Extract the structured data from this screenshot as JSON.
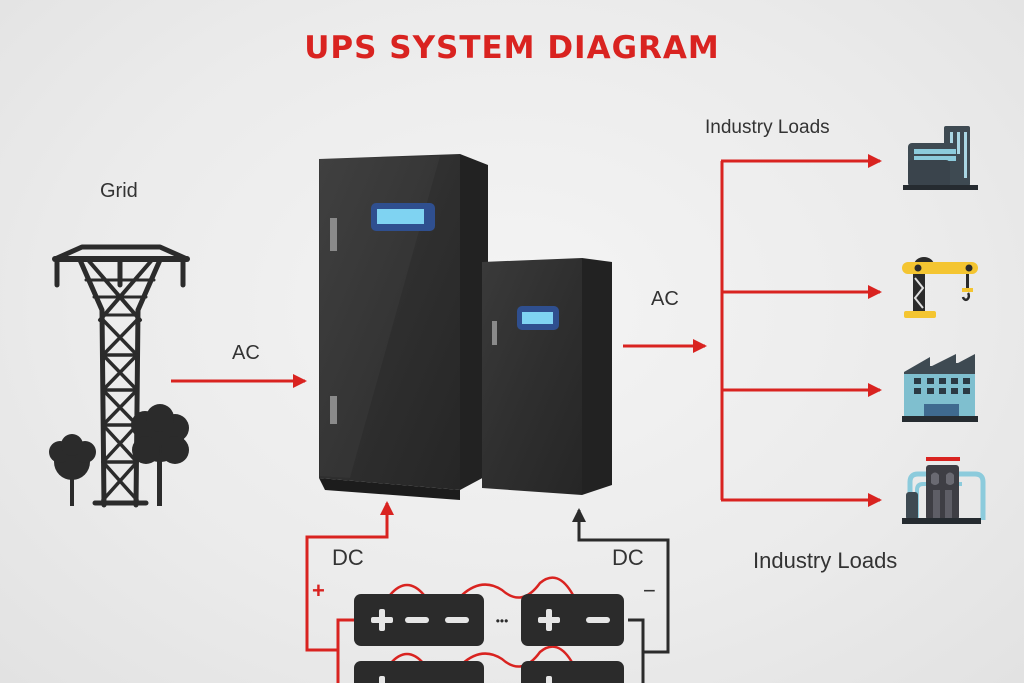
{
  "title": "UPS SYSTEM DIAGRAM",
  "labels": {
    "grid": "Grid",
    "ac_input": "AC",
    "ac_output": "AC",
    "industry_loads_top": "Industry Loads",
    "industry_loads_bottom": "Industry Loads",
    "dc_left": "DC",
    "dc_right": "DC",
    "plus": "+",
    "minus": "−",
    "ellipsis": "•••"
  },
  "battery_terminals": {
    "battery_1": [
      "+",
      "−",
      "−"
    ],
    "battery_2": [
      "+",
      "−"
    ]
  },
  "icons": {
    "source": "power-tower-icon",
    "ups": [
      "ups-cabinet-large",
      "ups-cabinet-small"
    ],
    "loads": [
      "office-building-icon",
      "crane-icon",
      "factory-icon",
      "power-plant-icon"
    ],
    "batteries": "battery-bank-icon"
  },
  "colors": {
    "accent": "#d92320",
    "dark": "#2b2b2b",
    "cabinet": "#2e2e2e",
    "screen": "#7fd3f2",
    "screen_frame": "#2f4f8f",
    "industrial_blue": "#7fbfcf",
    "crane_yellow": "#f4c531"
  }
}
